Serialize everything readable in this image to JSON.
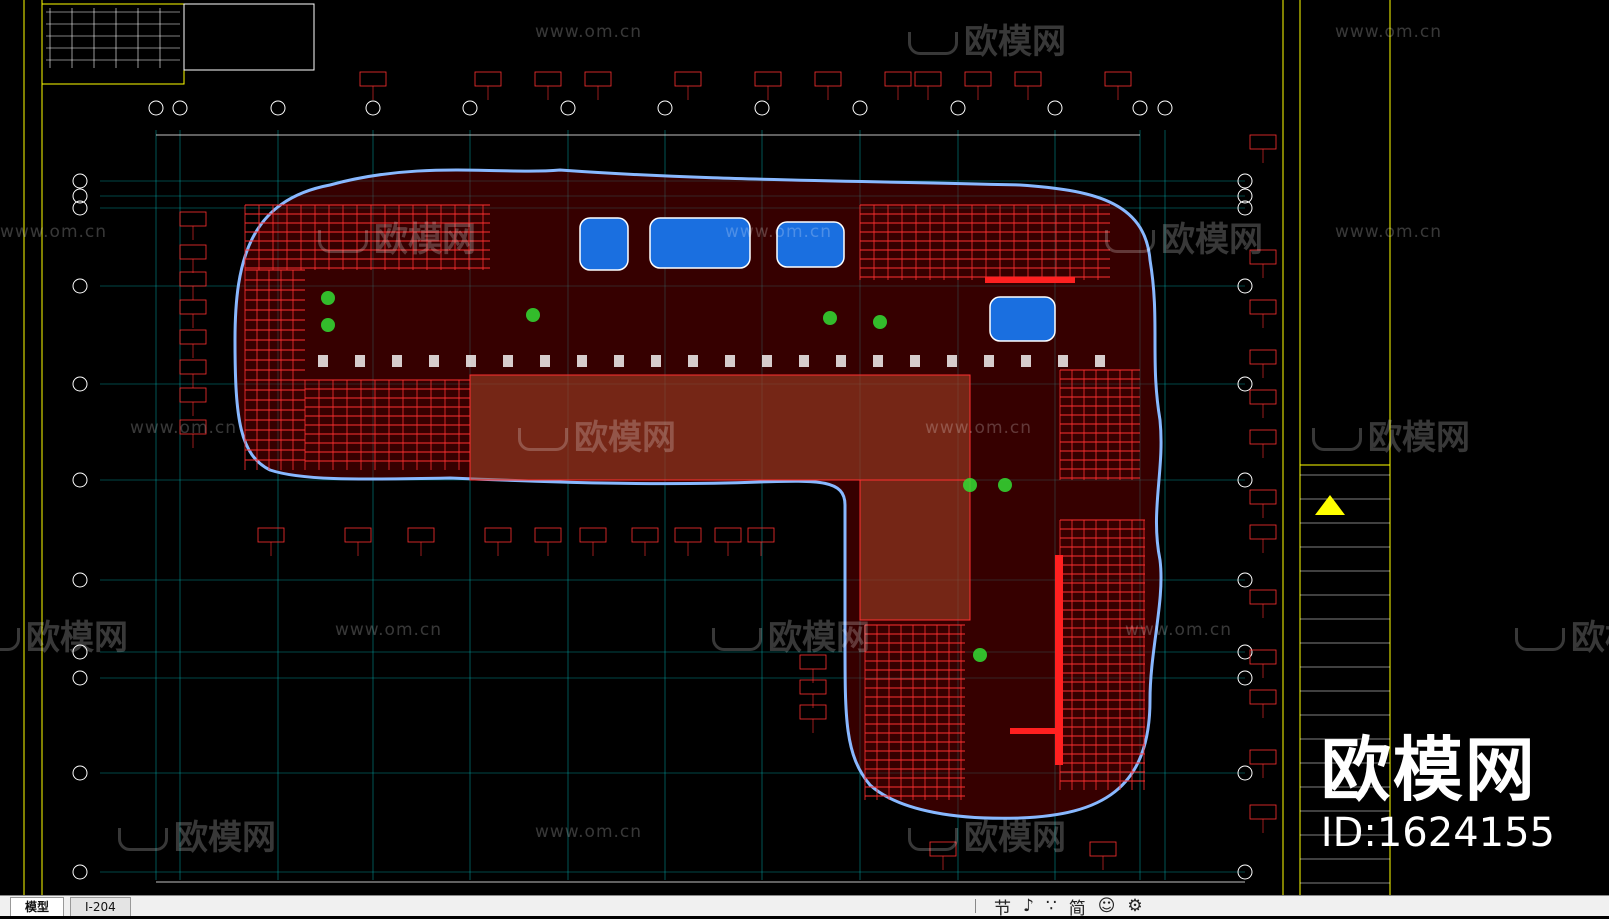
{
  "watermark": {
    "url_text": "www.om.cn",
    "url_text_alt": "www.om.cn",
    "logo_text": "欧模网"
  },
  "brand": {
    "logo_text": "欧模网",
    "id_text": "ID:1624155"
  },
  "status_bar": {
    "tabs": [
      {
        "label": "模型",
        "active": true
      },
      {
        "label": "I-204",
        "active": false
      }
    ],
    "tools": [
      "节",
      "♪",
      "∵",
      "简",
      "☺",
      "⚙"
    ]
  },
  "colors": {
    "background": "#000000",
    "grid": "#00c8c8",
    "walls": "#ff3030",
    "boundary": "#88b8ff",
    "water": "#1a6fe0",
    "greenery": "#33dd33",
    "frame": "#ffff00"
  }
}
